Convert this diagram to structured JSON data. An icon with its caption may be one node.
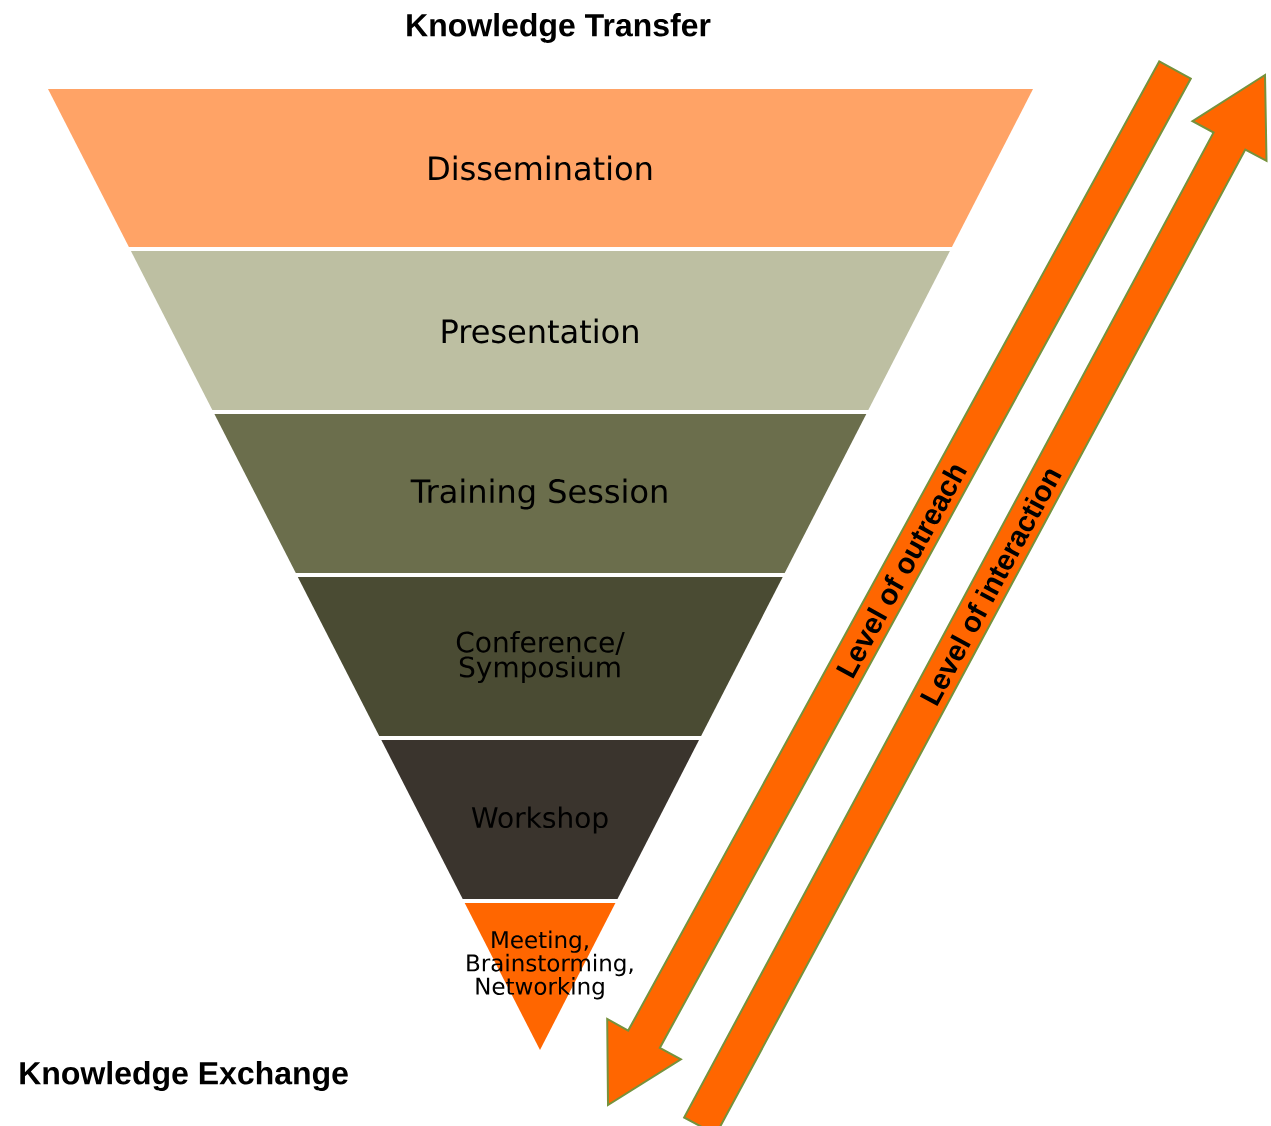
{
  "diagram": {
    "title": "Knowledge Transfer",
    "nodes": [
      {
        "text": [
          "Dissemination"
        ]
      },
      {
        "text": [
          "Presentation"
        ]
      },
      {
        "text": [
          "Training Session"
        ]
      },
      {
        "text": [
          "Conference/ Symposium"
        ]
      },
      {
        "text": [
          "Workshop"
        ]
      },
      {
        "text": [
          "Meeting, Brainstorming, Networking"
        ]
      },
      {
        "text": [
          "Level of outreach"
        ]
      },
      {
        "text": [
          "Level of interaction"
        ]
      }
    ],
    "labels": [
      "Knowledge Exchange"
    ]
  }
}
